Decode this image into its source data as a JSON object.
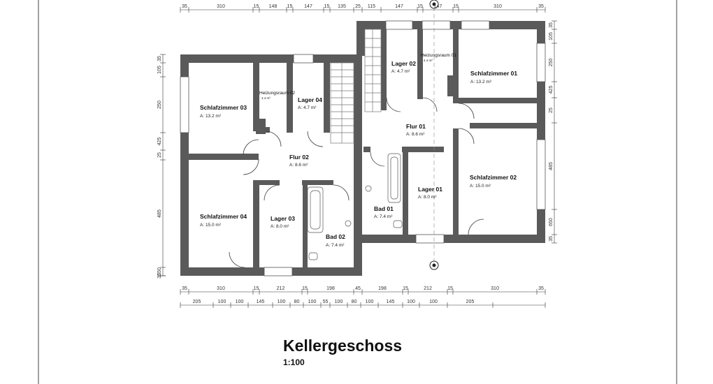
{
  "sheet": {
    "title": "Kellergeschoss",
    "scale": "1:100"
  },
  "rooms": [
    {
      "name": "Schlafzimmer 03",
      "area": "A: 13.2 m²"
    },
    {
      "name": "Heizungsraum 02",
      "area": "4.4 m²"
    },
    {
      "name": "Lager 04",
      "area": "A: 4.7 m²"
    },
    {
      "name": "Flur 02",
      "area": "A: 8.6 m²"
    },
    {
      "name": "Schlafzimmer 04",
      "area": "A: 15.0 m²"
    },
    {
      "name": "Lager 03",
      "area": "A: 8.0 m²"
    },
    {
      "name": "Bad 02",
      "area": "A: 7.4 m²"
    },
    {
      "name": "Lager 02",
      "area": "A: 4.7 m²"
    },
    {
      "name": "Heizungsraum 01",
      "area": "4.4 m²"
    },
    {
      "name": "Schlafzimmer 01",
      "area": "A: 13.2 m²"
    },
    {
      "name": "Flur 01",
      "area": "A: 8.6 m²"
    },
    {
      "name": "Bad 01",
      "area": "A: 7.4 m²"
    },
    {
      "name": "Lager 01",
      "area": "A: 8.0 m²"
    },
    {
      "name": "Schlafzimmer 02",
      "area": "A: 15.0 m²"
    }
  ],
  "dimensions": {
    "top": [
      "35",
      "310",
      "15",
      "148",
      "15",
      "147",
      "15",
      "135",
      "25",
      "115",
      "147",
      "15",
      "147",
      "15",
      "310",
      "35"
    ],
    "bottom_1": [
      "35",
      "310",
      "15",
      "212",
      "15",
      "198",
      "45",
      "198",
      "15",
      "212",
      "15",
      "310",
      "35"
    ],
    "bottom_2": [
      "205",
      "100",
      "100",
      "145",
      "100",
      "80",
      "100",
      "55",
      "100",
      "80",
      "100",
      "145",
      "100",
      "100",
      "205"
    ],
    "left": [
      "35",
      "105",
      "250",
      "425",
      "25",
      "485",
      "650",
      "35"
    ],
    "right": [
      "35",
      "105",
      "250",
      "425",
      "25",
      "485",
      "650",
      "35"
    ]
  },
  "markers": [
    "section-marker-top",
    "section-marker-bottom"
  ]
}
